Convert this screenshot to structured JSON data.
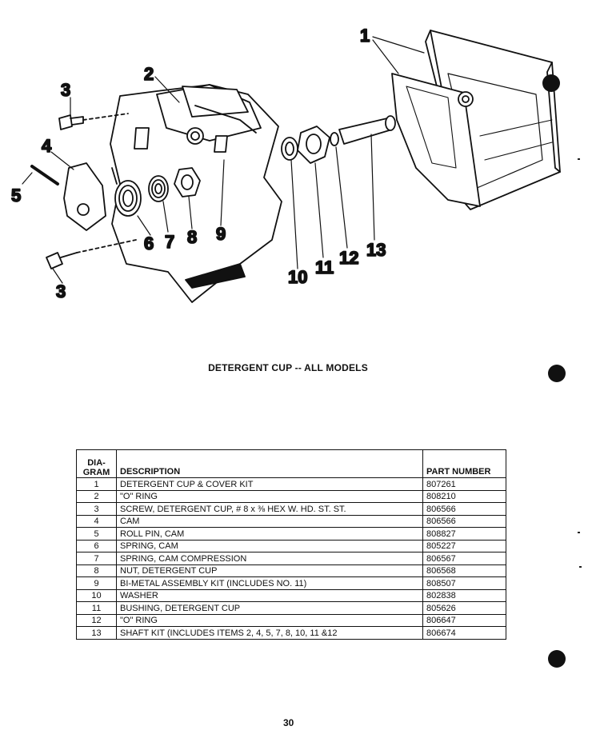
{
  "diagram": {
    "callouts": [
      "1",
      "2",
      "3",
      "4",
      "5",
      "6",
      "7",
      "8",
      "9",
      "10",
      "11",
      "12",
      "13",
      "3"
    ]
  },
  "caption": "DETERGENT CUP -- ALL MODELS",
  "table": {
    "headers": {
      "diagram_line1": "DIA-",
      "diagram_line2": "GRAM",
      "description": "DESCRIPTION",
      "part_number": "PART NUMBER"
    },
    "rows": [
      {
        "diagram": "1",
        "description": "DETERGENT CUP & COVER KIT",
        "part_number": "807261"
      },
      {
        "diagram": "2",
        "description": "\"O\" RING",
        "part_number": "808210"
      },
      {
        "diagram": "3",
        "description": "SCREW, DETERGENT CUP, # 8 x ⅜ HEX W. HD. ST. ST.",
        "part_number": "806566"
      },
      {
        "diagram": "4",
        "description": "CAM",
        "part_number": "806566"
      },
      {
        "diagram": "5",
        "description": "ROLL PIN, CAM",
        "part_number": "808827"
      },
      {
        "diagram": "6",
        "description": "SPRING, CAM",
        "part_number": "805227"
      },
      {
        "diagram": "7",
        "description": "SPRING, CAM COMPRESSION",
        "part_number": "806567"
      },
      {
        "diagram": "8",
        "description": "NUT, DETERGENT CUP",
        "part_number": "806568"
      },
      {
        "diagram": "9",
        "description": "BI-METAL ASSEMBLY KIT (INCLUDES NO. 11)",
        "part_number": "808507"
      },
      {
        "diagram": "10",
        "description": "WASHER",
        "part_number": "802838"
      },
      {
        "diagram": "11",
        "description": "BUSHING, DETERGENT CUP",
        "part_number": "805626"
      },
      {
        "diagram": "12",
        "description": "\"O\" RING",
        "part_number": "806647"
      },
      {
        "diagram": "13",
        "description": "SHAFT KIT (INCLUDES ITEMS 2, 4, 5, 7, 8, 10, 11 &12",
        "part_number": "806674"
      }
    ]
  },
  "page_number": "30"
}
